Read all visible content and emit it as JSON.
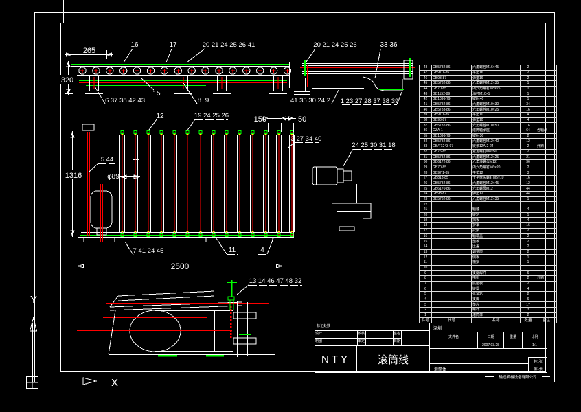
{
  "canvas": {
    "background": "#000000",
    "line_color": "#ffffff",
    "detail_red": "#ff0000",
    "detail_green": "#00ff00"
  },
  "views": {
    "side": {
      "dim_width": "265",
      "dim_height": "320",
      "label_16": "16",
      "label_17": "17",
      "label_top": "20 21 24 25 26 41",
      "label_bottom_left": "6 37 38 42 43",
      "label_15": "15",
      "label_8_9": "8  9"
    },
    "end": {
      "label_top_left": "20 21 24 25 26",
      "label_top_right": "33 36",
      "label_bottom_left": "41 35 30 24 2",
      "label_bottom_right": "1 23 27 28 37 38 39"
    },
    "plan": {
      "label_12": "12",
      "label_19": "19 24 25 26",
      "dim_150": "150",
      "dim_50": "50",
      "label_3": "3 27 34 40",
      "label_5_44": "5 44",
      "dim_dia": "φ89",
      "dim_width": "1316",
      "dim_length": "2500",
      "label_7": "7 41 24 45",
      "label_11": "11",
      "label_4": "4"
    },
    "drive": {
      "label": "24 25 30 31 18"
    },
    "bottom": {
      "label": "13 14 46 47 48 32"
    }
  },
  "ucs": {
    "x": "X",
    "y": "Y"
  },
  "parts_table": {
    "headers": [
      "件号",
      "代号",
      "名称",
      "数量",
      "备注"
    ],
    "rows": [
      [
        "48",
        "GB5782-86",
        "六角螺栓M16×45",
        "2",
        ""
      ],
      [
        "47",
        "GB97.1-85",
        "平垫16",
        "2",
        ""
      ],
      [
        "46",
        "GB93-87",
        "弹垫16",
        "2",
        ""
      ],
      [
        "45",
        "GB5782-86",
        "六角螺栓M12×35",
        "1",
        ""
      ],
      [
        "44",
        "GB70-85",
        "内六角螺钉M8×25",
        "1",
        ""
      ],
      [
        "43",
        "GB1152-89",
        "油杯M10×1",
        "1",
        ""
      ],
      [
        "42",
        "GB1096-79",
        "键8×40",
        "1",
        ""
      ],
      [
        "41",
        "GB5782-86",
        "六角螺栓M10×30",
        "34",
        ""
      ],
      [
        "40",
        "GB5783-86",
        "六角螺栓M10×25",
        "16",
        ""
      ],
      [
        "39",
        "GB97.1-85",
        "平垫10",
        "4",
        ""
      ],
      [
        "38",
        "GB93-87",
        "弹垫10",
        "4",
        ""
      ],
      [
        "37",
        "GB5782-86",
        "六角螺栓M10×50",
        "16",
        ""
      ],
      [
        "36",
        "GZA-1",
        "滚筒轴承座",
        "64",
        "含轴承"
      ],
      [
        "35",
        "GB1096-79",
        "键6×30",
        "2",
        ""
      ],
      [
        "34",
        "GB5782-86",
        "六角螺栓M12×40",
        "12",
        ""
      ],
      [
        "33",
        "GB/T1243-97",
        "链条12A-2-24",
        "2",
        "外购"
      ],
      [
        "32",
        "GB76-85",
        "紧定螺钉M8×50",
        "2",
        ""
      ],
      [
        "31",
        "GB5782-86",
        "六角螺栓M12×25",
        "21",
        ""
      ],
      [
        "30",
        "GB6172-86",
        "六角薄螺母M12",
        "36",
        ""
      ],
      [
        "29",
        "GB70-85",
        "内六角螺钉M6×20",
        "2",
        ""
      ],
      [
        "28",
        "GB97.1-85",
        "平垫12",
        "3",
        ""
      ],
      [
        "27",
        "GB818-85",
        "十字盘头螺钉M5×10",
        "16",
        ""
      ],
      [
        "26",
        "GB5782-86",
        "六角螺栓M12×45",
        "12",
        ""
      ],
      [
        "25",
        "GB6170-86",
        "六角螺母M12",
        "44",
        ""
      ],
      [
        "24",
        "GB93-87",
        "弹垫12",
        "44",
        ""
      ],
      [
        "23",
        "GB5782-86",
        "六角螺栓M12×35",
        "1",
        ""
      ],
      [
        "22",
        "",
        "",
        "",
        ""
      ],
      [
        "21",
        "",
        "轴套",
        "4",
        ""
      ],
      [
        "20",
        "",
        "链轮",
        "1",
        ""
      ],
      [
        "19",
        "",
        "挡板",
        "4",
        ""
      ],
      [
        "18",
        "",
        "护罩",
        "16",
        ""
      ],
      [
        "17",
        "",
        "托架",
        "2",
        ""
      ],
      [
        "16",
        "",
        "轴端盖",
        "2",
        ""
      ],
      [
        "15",
        "",
        "垫板",
        "2",
        ""
      ],
      [
        "14",
        "",
        "压盖",
        "2",
        ""
      ],
      [
        "13",
        "",
        "调整座",
        "2",
        ""
      ],
      [
        "12",
        "",
        "侧板",
        "1",
        ""
      ],
      [
        "11",
        "",
        "横梁",
        "1",
        ""
      ],
      [
        "10",
        "",
        "",
        "",
        ""
      ],
      [
        "9",
        "",
        "支腿焊件",
        "6",
        ""
      ],
      [
        "8",
        "",
        "电机",
        "2",
        "外购"
      ],
      [
        "7",
        "",
        "底座板",
        "2",
        ""
      ],
      [
        "6",
        "",
        "链罩",
        "4",
        ""
      ],
      [
        "5",
        "",
        "张紧轮",
        "2",
        ""
      ],
      [
        "4",
        "",
        "支脚",
        "6",
        ""
      ],
      [
        "3",
        "",
        "垫片",
        "17",
        ""
      ],
      [
        "2",
        "",
        "螺杆",
        "3",
        ""
      ],
      [
        "1",
        "",
        "滚筒体",
        "2",
        ""
      ]
    ]
  },
  "title_block": {
    "company_code": "NTY",
    "drawing_title": "滚筒线",
    "top_left_label": "标记处数",
    "row_labels": [
      "设计",
      "制图",
      "校核",
      "审定",
      "签名",
      "日期"
    ],
    "right_top_label": "深圳",
    "file_label": "文件名",
    "date_label": "日期",
    "weight_label": "重量",
    "scale_label": "比例",
    "date_value": "2007.03.25",
    "scale_value": "1:1",
    "part_label": "滚筒体",
    "sheets_total": "共1张",
    "sheet_no": "第1张",
    "company_footer": "输送机械设备有限公司"
  }
}
